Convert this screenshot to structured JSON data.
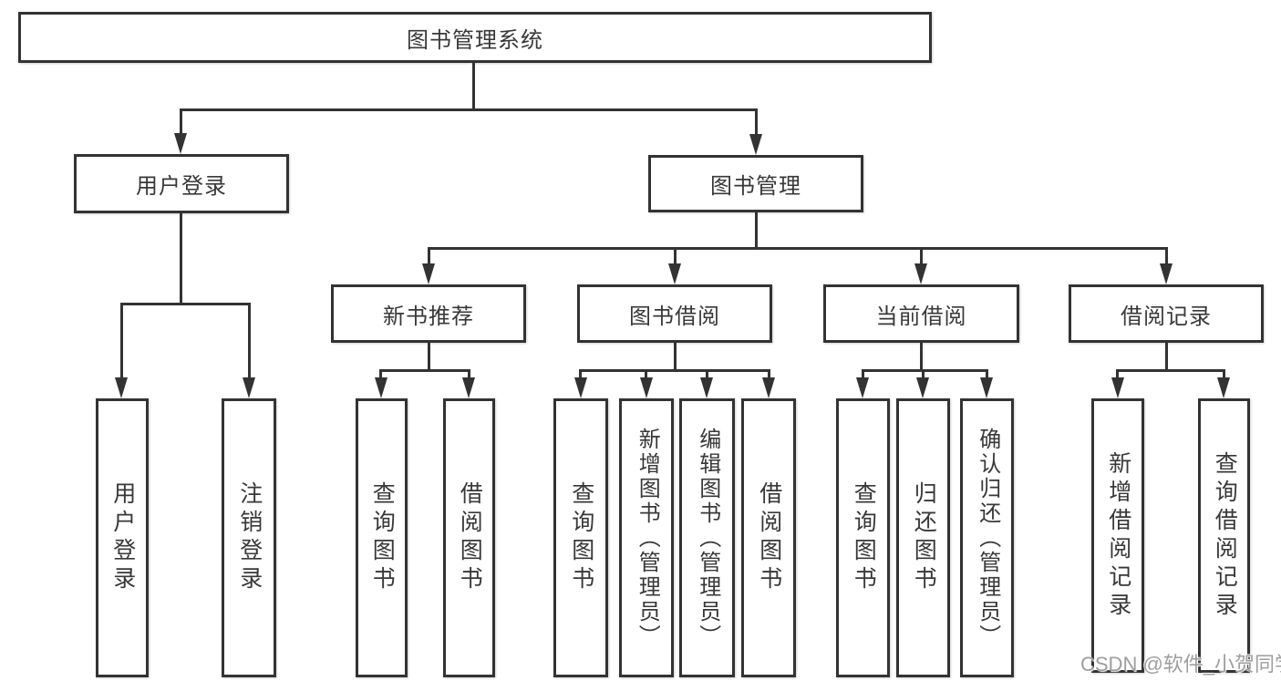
{
  "diagram": {
    "root": {
      "label": "图书管理系统"
    },
    "level1": [
      {
        "label": "用户登录",
        "parent": "图书管理系统"
      },
      {
        "label": "图书管理",
        "parent": "图书管理系统"
      }
    ],
    "level2": [
      {
        "label": "新书推荐",
        "parent": "图书管理"
      },
      {
        "label": "图书借阅",
        "parent": "图书管理"
      },
      {
        "label": "当前借阅",
        "parent": "图书管理"
      },
      {
        "label": "借阅记录",
        "parent": "图书管理"
      }
    ],
    "leafGroups": [
      {
        "parent": "用户登录",
        "items": [
          "用户登录",
          "注销登录"
        ]
      },
      {
        "parent": "新书推荐",
        "items": [
          "查询图书",
          "借阅图书"
        ]
      },
      {
        "parent": "图书借阅",
        "items": [
          "查询图书",
          "新增图书（管理员）",
          "编辑图书（管理员）",
          "借阅图书"
        ]
      },
      {
        "parent": "当前借阅",
        "items": [
          "查询图书",
          "归还图书",
          "确认归还（管理员）"
        ]
      },
      {
        "parent": "借阅记录",
        "items": [
          "新增借阅记录",
          "查询借阅记录"
        ]
      }
    ]
  },
  "watermark": {
    "text": "CSDN @软件_小贺同学",
    "color": "#9e9e9e"
  },
  "colors": {
    "line": "#333333",
    "text": "#383838",
    "box_background": "#ffffff",
    "page_background": "#ffffff"
  }
}
